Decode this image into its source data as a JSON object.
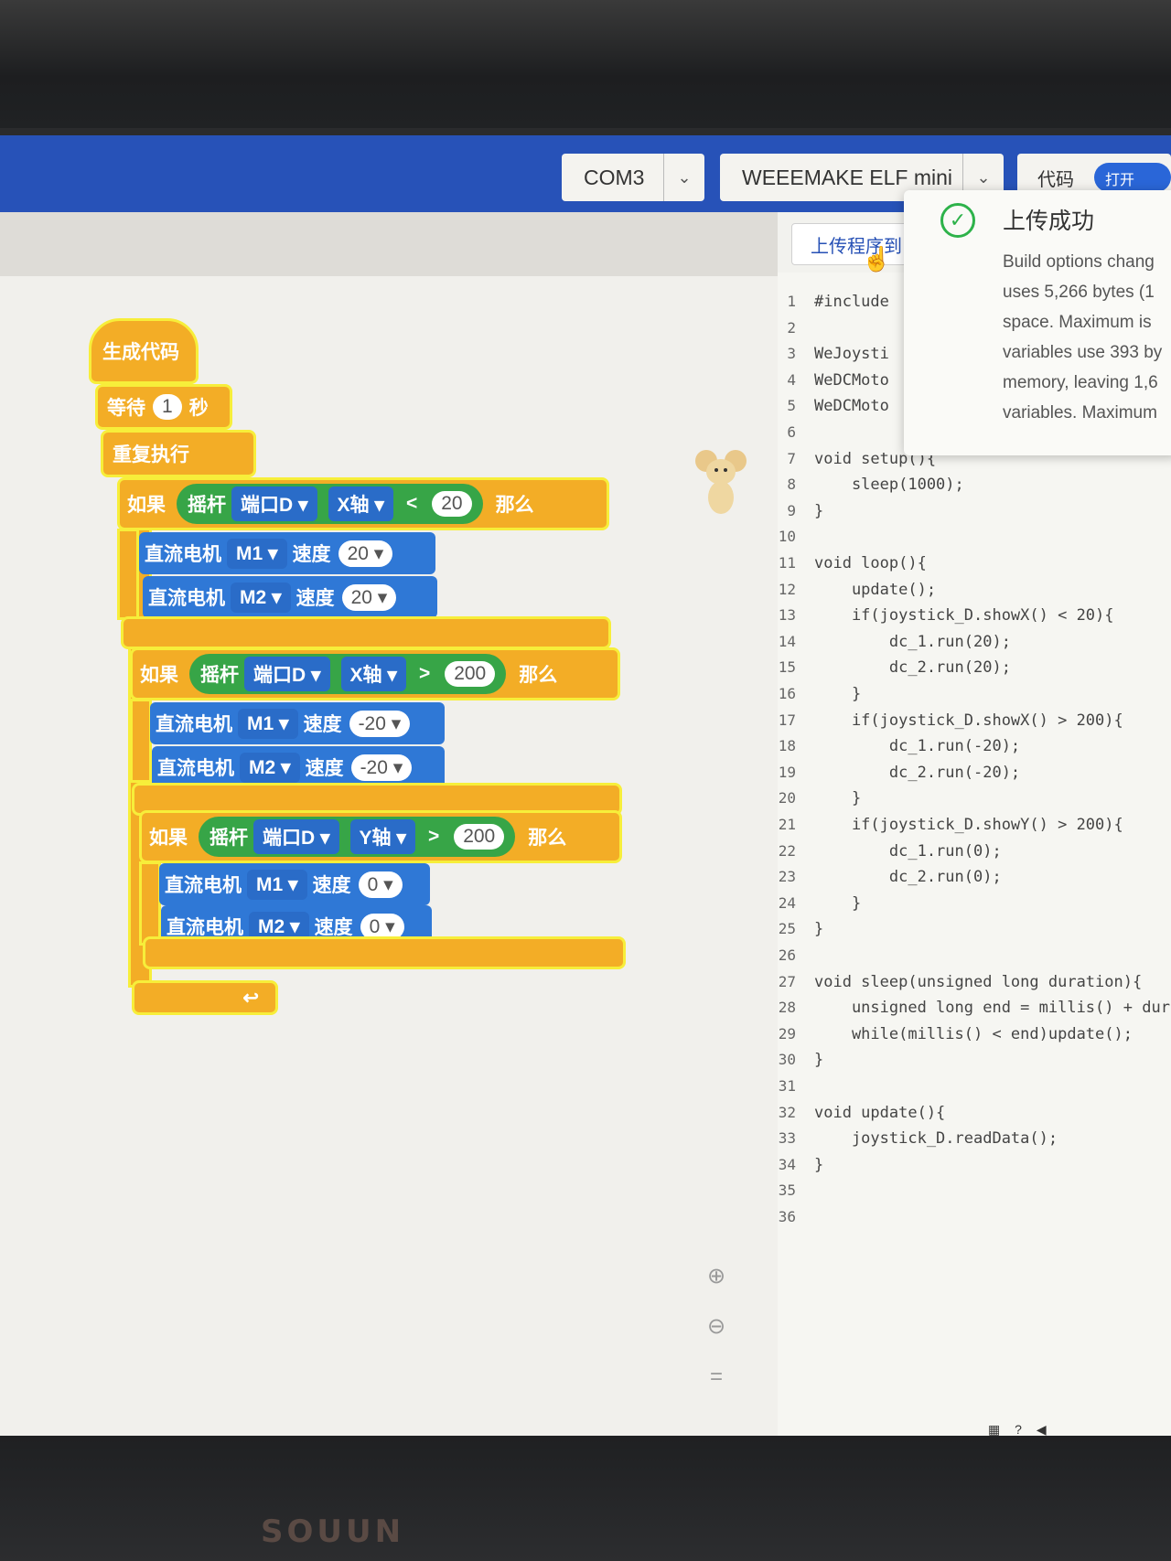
{
  "header": {
    "port": "COM3",
    "board": "WEEEMAKE ELF mini",
    "code_label": "代码",
    "toggle_label": "打开"
  },
  "upload_button": "上传程序到",
  "toast": {
    "title": "上传成功",
    "lines": [
      "Build options chang",
      "uses 5,266 bytes (1",
      "space. Maximum is",
      "variables use 393 by",
      "memory, leaving 1,6",
      "variables. Maximum"
    ]
  },
  "blocks": {
    "hat": "生成代码",
    "wait": {
      "label": "等待",
      "value": "1",
      "unit": "秒"
    },
    "forever": "重复执行",
    "if_label": "如果",
    "then_label": "那么",
    "joystick": "摇杆",
    "port": "端口D ▾",
    "xaxis": "X轴 ▾",
    "yaxis": "Y轴 ▾",
    "lt": "<",
    "gt": ">",
    "v20": "20",
    "v200": "200",
    "motor": "直流电机",
    "m1": "M1 ▾",
    "m2": "M2 ▾",
    "speed": "速度",
    "s20": "20 ▾",
    "sneg20": "-20 ▾",
    "s0": "0 ▾",
    "end_mark": "↩"
  },
  "code": {
    "line_numbers": [
      "1",
      "2",
      "3",
      "4",
      "5",
      "6",
      "7",
      "8",
      "9",
      "10",
      "11",
      "12",
      "13",
      "14",
      "15",
      "16",
      "17",
      "18",
      "19",
      "20",
      "21",
      "22",
      "23",
      "24",
      "25",
      "26",
      "27",
      "28",
      "29",
      "30",
      "31",
      "32",
      "33",
      "34",
      "35",
      "36"
    ],
    "lines": [
      "#include",
      "",
      "WeJoysti",
      "WeDCMoto",
      "WeDCMoto",
      "",
      "void setup(){",
      "    sleep(1000);",
      "}",
      "",
      "void loop(){",
      "    update();",
      "    if(joystick_D.showX() < 20){",
      "        dc_1.run(20);",
      "        dc_2.run(20);",
      "    }",
      "    if(joystick_D.showX() > 200){",
      "        dc_1.run(-20);",
      "        dc_2.run(-20);",
      "    }",
      "    if(joystick_D.showY() > 200){",
      "        dc_1.run(0);",
      "        dc_2.run(0);",
      "    }",
      "}",
      "",
      "void sleep(unsigned long duration){",
      "    unsigned long end = millis() + dur",
      "    while(millis() < end)update();",
      "}",
      "",
      "void update(){",
      "    joystick_D.readData();",
      "}",
      "",
      ""
    ]
  },
  "monitor_brand": "SOUUN"
}
